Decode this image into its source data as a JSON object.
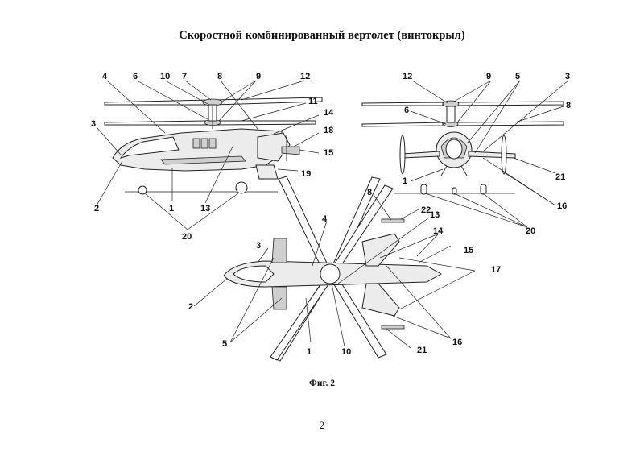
{
  "title": "Скоростной комбинированный вертолет (винтокрыл)",
  "caption": "Фиг. 2",
  "page_number": "2",
  "side_view_labels": [
    "4",
    "6",
    "10",
    "7",
    "8",
    "9",
    "12",
    "11",
    "14",
    "18",
    "15",
    "19",
    "13",
    "1",
    "2",
    "3",
    "20"
  ],
  "front_view_labels": [
    "12",
    "9",
    "5",
    "3",
    "6",
    "8",
    "21",
    "1",
    "16",
    "20"
  ],
  "top_view_labels": [
    "8",
    "22",
    "13",
    "4",
    "14",
    "3",
    "15",
    "17",
    "2",
    "5",
    "1",
    "10",
    "21",
    "16"
  ]
}
